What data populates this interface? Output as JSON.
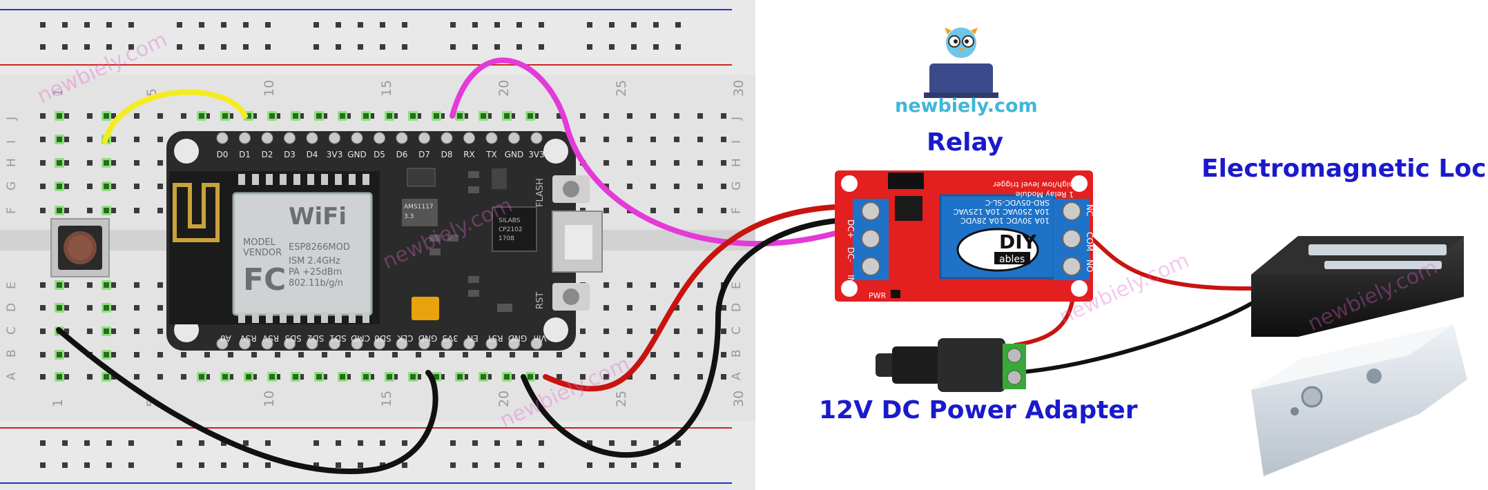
{
  "labels": {
    "relay": "Relay",
    "lock": "Electromagnetic Lock",
    "adapter": "12V DC Power Adapter",
    "brand": "newbiely.com"
  },
  "watermark": "newbiely.com",
  "breadboard": {
    "column_numbers": [
      "1",
      "5",
      "10",
      "15",
      "20",
      "25",
      "30"
    ],
    "row_letters_top": [
      "J",
      "I",
      "H",
      "G",
      "F"
    ],
    "row_letters_bottom": [
      "E",
      "D",
      "C",
      "B",
      "A"
    ]
  },
  "esp8266": {
    "top_pins": [
      "D0",
      "D1",
      "D2",
      "D3",
      "D4",
      "3V3",
      "GND",
      "D5",
      "D6",
      "D7",
      "D8",
      "RX",
      "TX",
      "GND",
      "3V3"
    ],
    "bottom_pins": [
      "A0",
      "RSV",
      "RSV",
      "SD3",
      "SD2",
      "SD1",
      "CMD",
      "SD0",
      "CLK",
      "GND",
      "3V3",
      "EN",
      "RST",
      "GND",
      "Vin"
    ],
    "wifi_text": "WiFi",
    "model_text": [
      "MODEL",
      "VENDOR",
      "ESP8266MOD",
      "ISM 2.4GHz",
      "PA +25dBm",
      "802.11b/g/n"
    ],
    "fcc_text": "FC",
    "flash_label": "FLASH",
    "rst_label": "RST",
    "chip_text": [
      "SILABS",
      "CP2102",
      "1708"
    ],
    "reg_text": [
      "AMS1117",
      "3.3"
    ]
  },
  "relay_module": {
    "left_pins": [
      "DC+",
      "DC-",
      "IN"
    ],
    "right_pins": [
      "NC",
      "COM",
      "NO"
    ],
    "coil_text": [
      "SRD-05VDC-SL-C",
      "10A 250VAC 10A 125VAC",
      "10A 30VDC 10A 28VDC"
    ],
    "brand_text": [
      "DIY",
      "ables"
    ],
    "header_text": [
      "1 Relay Module",
      "high/low level trigger"
    ],
    "pwr_label": "PWR"
  },
  "colors": {
    "label_blue": "#1a1acc",
    "brand_cyan": "#3fb7d9",
    "wire_yellow": "#f4ec1f",
    "wire_magenta": "#e33ad8",
    "wire_red": "#c8140f",
    "wire_black": "#111111",
    "relay_board": "#e41f1f",
    "board_black": "#2b2b2b",
    "watermark": "#e060c8"
  }
}
